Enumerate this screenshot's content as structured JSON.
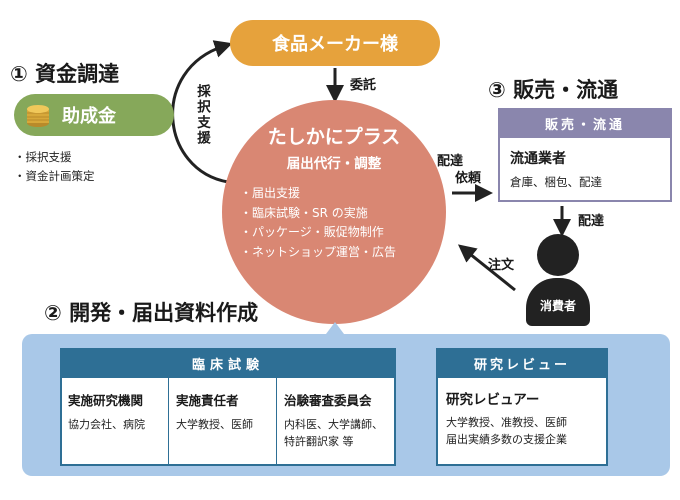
{
  "headings": {
    "funding": "① 資金調達",
    "development": "② 開発・届出資料作成",
    "sales": "③ 販売・流通"
  },
  "maker": {
    "label": "食品メーカー様"
  },
  "arrows": {
    "commission": "委託",
    "support_side": "採択支援",
    "delivery_request_1": "配達",
    "delivery_request_2": "依頼",
    "delivery": "配達",
    "order": "注文"
  },
  "subsidy": {
    "label": "助成金",
    "items": [
      "・採択支援",
      "・資金計画策定"
    ]
  },
  "center": {
    "title": "たしかにプラス",
    "subtitle": "届出代行・調整",
    "items": [
      "・届出支援",
      "・臨床試験・SR の実施",
      "・パッケージ・販促物制作",
      "・ネットショップ運営・広告"
    ]
  },
  "distribution": {
    "header": "販売・流通",
    "title": "流通業者",
    "body": "倉庫、梱包、配達"
  },
  "consumer": {
    "label": "消費者"
  },
  "clinical": {
    "header": "臨床試験",
    "cells": [
      {
        "title": "実施研究機関",
        "lines": [
          "協力会社、病院"
        ]
      },
      {
        "title": "実施責任者",
        "lines": [
          "大学教授、医師"
        ]
      },
      {
        "title": "治験審査委員会",
        "lines": [
          "内科医、大学講師、",
          "特許翻訳家 等"
        ]
      }
    ]
  },
  "review": {
    "header": "研究レビュー",
    "title": "研究レビュアー",
    "lines": [
      "大学教授、准教授、医師",
      "届出実績多数の支援企業"
    ]
  },
  "colors": {
    "maker": "#e6a23c",
    "subsidy": "#86a85a",
    "center": "#d98773",
    "distribution": "#8a86ad",
    "panel": "#a9c8e8",
    "panel_header": "#2e6f95"
  }
}
